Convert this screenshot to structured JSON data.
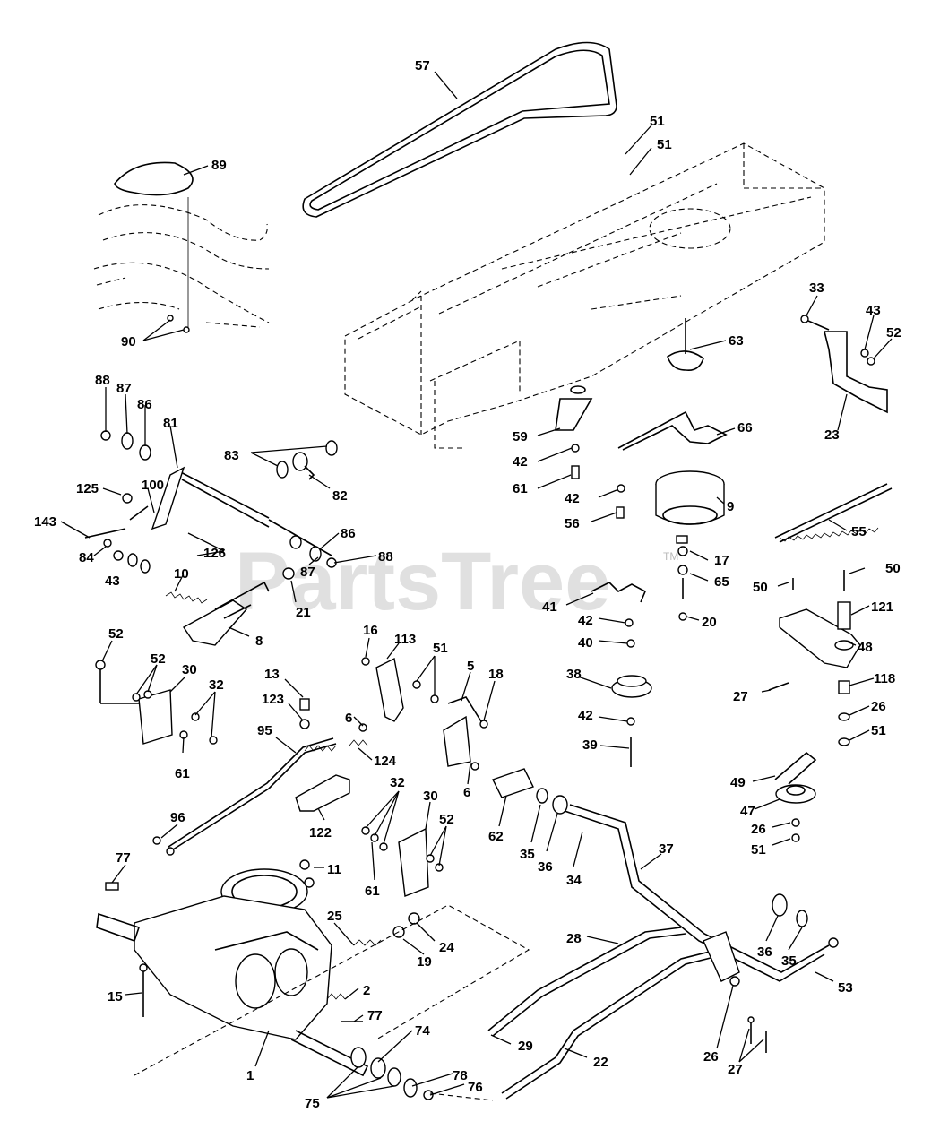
{
  "watermark": {
    "text": "PartsTree",
    "tm": "TM"
  },
  "callouts": [
    {
      "id": "c57",
      "text": "57"
    },
    {
      "id": "c51a",
      "text": "51"
    },
    {
      "id": "c51b",
      "text": "51"
    },
    {
      "id": "c89",
      "text": "89"
    },
    {
      "id": "c90",
      "text": "90"
    },
    {
      "id": "c63",
      "text": "63"
    },
    {
      "id": "c33",
      "text": "33"
    },
    {
      "id": "c43a",
      "text": "43"
    },
    {
      "id": "c52a",
      "text": "52"
    },
    {
      "id": "c23",
      "text": "23"
    },
    {
      "id": "c88a",
      "text": "88"
    },
    {
      "id": "c87a",
      "text": "87"
    },
    {
      "id": "c86a",
      "text": "86"
    },
    {
      "id": "c81",
      "text": "81"
    },
    {
      "id": "c59",
      "text": "59"
    },
    {
      "id": "c66",
      "text": "66"
    },
    {
      "id": "c83",
      "text": "83"
    },
    {
      "id": "c42a",
      "text": "42"
    },
    {
      "id": "c125",
      "text": "125"
    },
    {
      "id": "c100",
      "text": "100"
    },
    {
      "id": "c82",
      "text": "82"
    },
    {
      "id": "c61a",
      "text": "61"
    },
    {
      "id": "c42b",
      "text": "42"
    },
    {
      "id": "c9",
      "text": "9"
    },
    {
      "id": "c143",
      "text": "143"
    },
    {
      "id": "c56",
      "text": "56"
    },
    {
      "id": "c55",
      "text": "55"
    },
    {
      "id": "c86b",
      "text": "86"
    },
    {
      "id": "c84",
      "text": "84"
    },
    {
      "id": "c126",
      "text": "126"
    },
    {
      "id": "c88b",
      "text": "88"
    },
    {
      "id": "c17",
      "text": "17"
    },
    {
      "id": "c43b",
      "text": "43"
    },
    {
      "id": "c10",
      "text": "10"
    },
    {
      "id": "c87b",
      "text": "87"
    },
    {
      "id": "c65",
      "text": "65"
    },
    {
      "id": "c50a",
      "text": "50"
    },
    {
      "id": "c50b",
      "text": "50"
    },
    {
      "id": "c21",
      "text": "21"
    },
    {
      "id": "c41",
      "text": "41"
    },
    {
      "id": "c121",
      "text": "121"
    },
    {
      "id": "c20",
      "text": "20"
    },
    {
      "id": "c42c",
      "text": "42"
    },
    {
      "id": "c8",
      "text": "8"
    },
    {
      "id": "c52b",
      "text": "52"
    },
    {
      "id": "c16",
      "text": "16"
    },
    {
      "id": "c113",
      "text": "113"
    },
    {
      "id": "c40",
      "text": "40"
    },
    {
      "id": "c48",
      "text": "48"
    },
    {
      "id": "c52c",
      "text": "52"
    },
    {
      "id": "c30a",
      "text": "30"
    },
    {
      "id": "c51c",
      "text": "51"
    },
    {
      "id": "c5",
      "text": "5"
    },
    {
      "id": "c18",
      "text": "18"
    },
    {
      "id": "c13",
      "text": "13"
    },
    {
      "id": "c32a",
      "text": "32"
    },
    {
      "id": "c38",
      "text": "38"
    },
    {
      "id": "c118",
      "text": "118"
    },
    {
      "id": "c123",
      "text": "123"
    },
    {
      "id": "c27a",
      "text": "27"
    },
    {
      "id": "c26a",
      "text": "26"
    },
    {
      "id": "c6a",
      "text": "6"
    },
    {
      "id": "c42d",
      "text": "42"
    },
    {
      "id": "c95",
      "text": "95"
    },
    {
      "id": "c51d",
      "text": "51"
    },
    {
      "id": "c39",
      "text": "39"
    },
    {
      "id": "c124",
      "text": "124"
    },
    {
      "id": "c61b",
      "text": "61"
    },
    {
      "id": "c6b",
      "text": "6"
    },
    {
      "id": "c49",
      "text": "49"
    },
    {
      "id": "c32b",
      "text": "32"
    },
    {
      "id": "c30b",
      "text": "30"
    },
    {
      "id": "c47",
      "text": "47"
    },
    {
      "id": "c96",
      "text": "96"
    },
    {
      "id": "c52d",
      "text": "52"
    },
    {
      "id": "c26b",
      "text": "26"
    },
    {
      "id": "c122",
      "text": "122"
    },
    {
      "id": "c62",
      "text": "62"
    },
    {
      "id": "c35a",
      "text": "35"
    },
    {
      "id": "c36a",
      "text": "36"
    },
    {
      "id": "c51e",
      "text": "51"
    },
    {
      "id": "c37",
      "text": "37"
    },
    {
      "id": "c77a",
      "text": "77"
    },
    {
      "id": "c11",
      "text": "11"
    },
    {
      "id": "c61c",
      "text": "61"
    },
    {
      "id": "c34",
      "text": "34"
    },
    {
      "id": "c25",
      "text": "25"
    },
    {
      "id": "c24",
      "text": "24"
    },
    {
      "id": "c28",
      "text": "28"
    },
    {
      "id": "c36b",
      "text": "36"
    },
    {
      "id": "c35b",
      "text": "35"
    },
    {
      "id": "c19",
      "text": "19"
    },
    {
      "id": "c53",
      "text": "53"
    },
    {
      "id": "c15",
      "text": "15"
    },
    {
      "id": "c2",
      "text": "2"
    },
    {
      "id": "c77b",
      "text": "77"
    },
    {
      "id": "c29",
      "text": "29"
    },
    {
      "id": "c74",
      "text": "74"
    },
    {
      "id": "c26c",
      "text": "26"
    },
    {
      "id": "c22",
      "text": "22"
    },
    {
      "id": "c27b",
      "text": "27"
    },
    {
      "id": "c1",
      "text": "1"
    },
    {
      "id": "c78",
      "text": "78"
    },
    {
      "id": "c76",
      "text": "76"
    },
    {
      "id": "c75",
      "text": "75"
    }
  ]
}
